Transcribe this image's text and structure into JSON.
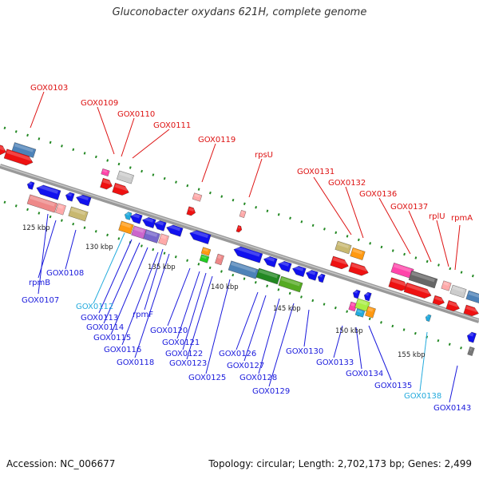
{
  "title": "Gluconobacter oxydans 621H, complete genome",
  "footer": {
    "accession": "Accession: NC_006677",
    "summary": "Topology: circular; Length: 2,702,173 bp; Genes: 2,499"
  },
  "colors": {
    "top_label": "#dd1111",
    "bottom_label": "#1a1adc",
    "highlight_label": "#22aadd",
    "backbone": "#999999",
    "tick": "#228822"
  },
  "ticks": [
    "125 kbp",
    "130 kbp",
    "135 kbp",
    "140 kbp",
    "145 kbp",
    "150 kbp",
    "155 kbp"
  ],
  "top_labels": [
    "GOX0103",
    "GOX0109",
    "GOX0110",
    "GOX0111",
    "GOX0119",
    "rpsU",
    "GOX0131",
    "GOX0132",
    "GOX0136",
    "GOX0137",
    "rplU",
    "rpmA"
  ],
  "bottom_labels": [
    "rpmB",
    "GOX0108",
    "GOX0107",
    "GOX0112",
    "GOX0113",
    "GOX0114",
    "GOX0115",
    "GOX0116",
    "rpmF",
    "GOX0118",
    "GOX0120",
    "GOX0121",
    "GOX0122",
    "GOX0123",
    "GOX0125",
    "GOX0126",
    "GOX0127",
    "GOX0128",
    "GOX0129",
    "GOX0130",
    "GOX0133",
    "GOX0134",
    "GOX0135",
    "GOX0138",
    "GOX0143"
  ]
}
